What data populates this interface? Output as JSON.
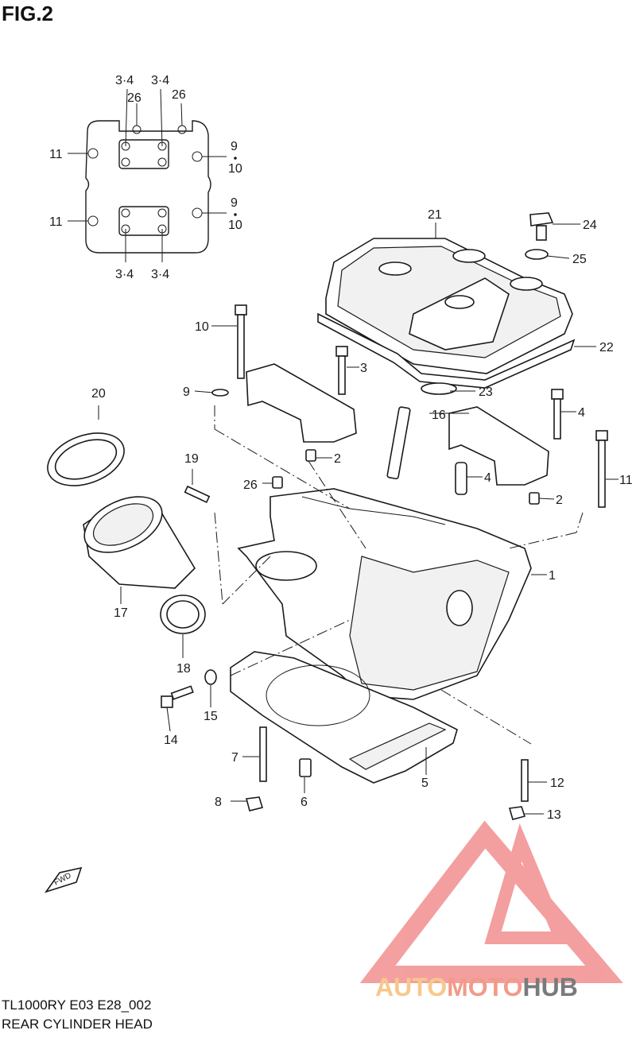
{
  "figure": {
    "title": "FIG.2"
  },
  "inset_labels": [
    "3·4",
    "3·4",
    "26",
    "26",
    "11",
    "11",
    "9",
    "10",
    "9",
    "10",
    "3·4",
    "3·4"
  ],
  "callouts": [
    "1",
    "2",
    "2",
    "3",
    "4",
    "4",
    "5",
    "6",
    "7",
    "8",
    "9",
    "10",
    "11",
    "12",
    "13",
    "14",
    "15",
    "16",
    "17",
    "18",
    "19",
    "20",
    "21",
    "22",
    "23",
    "24",
    "25",
    "26"
  ],
  "fwd_label": "FWD",
  "caption": {
    "line1": "TL1000RY E03 E28_002",
    "line2": "REAR CYLINDER HEAD"
  },
  "watermark": {
    "word1": "AUTO",
    "word2": "MOTO",
    "word3": "HUB",
    "colors": {
      "auto": "#f7c88c",
      "moto": "#f29a8a",
      "hub": "#7a7a7a",
      "triangle": "#f08080"
    }
  }
}
